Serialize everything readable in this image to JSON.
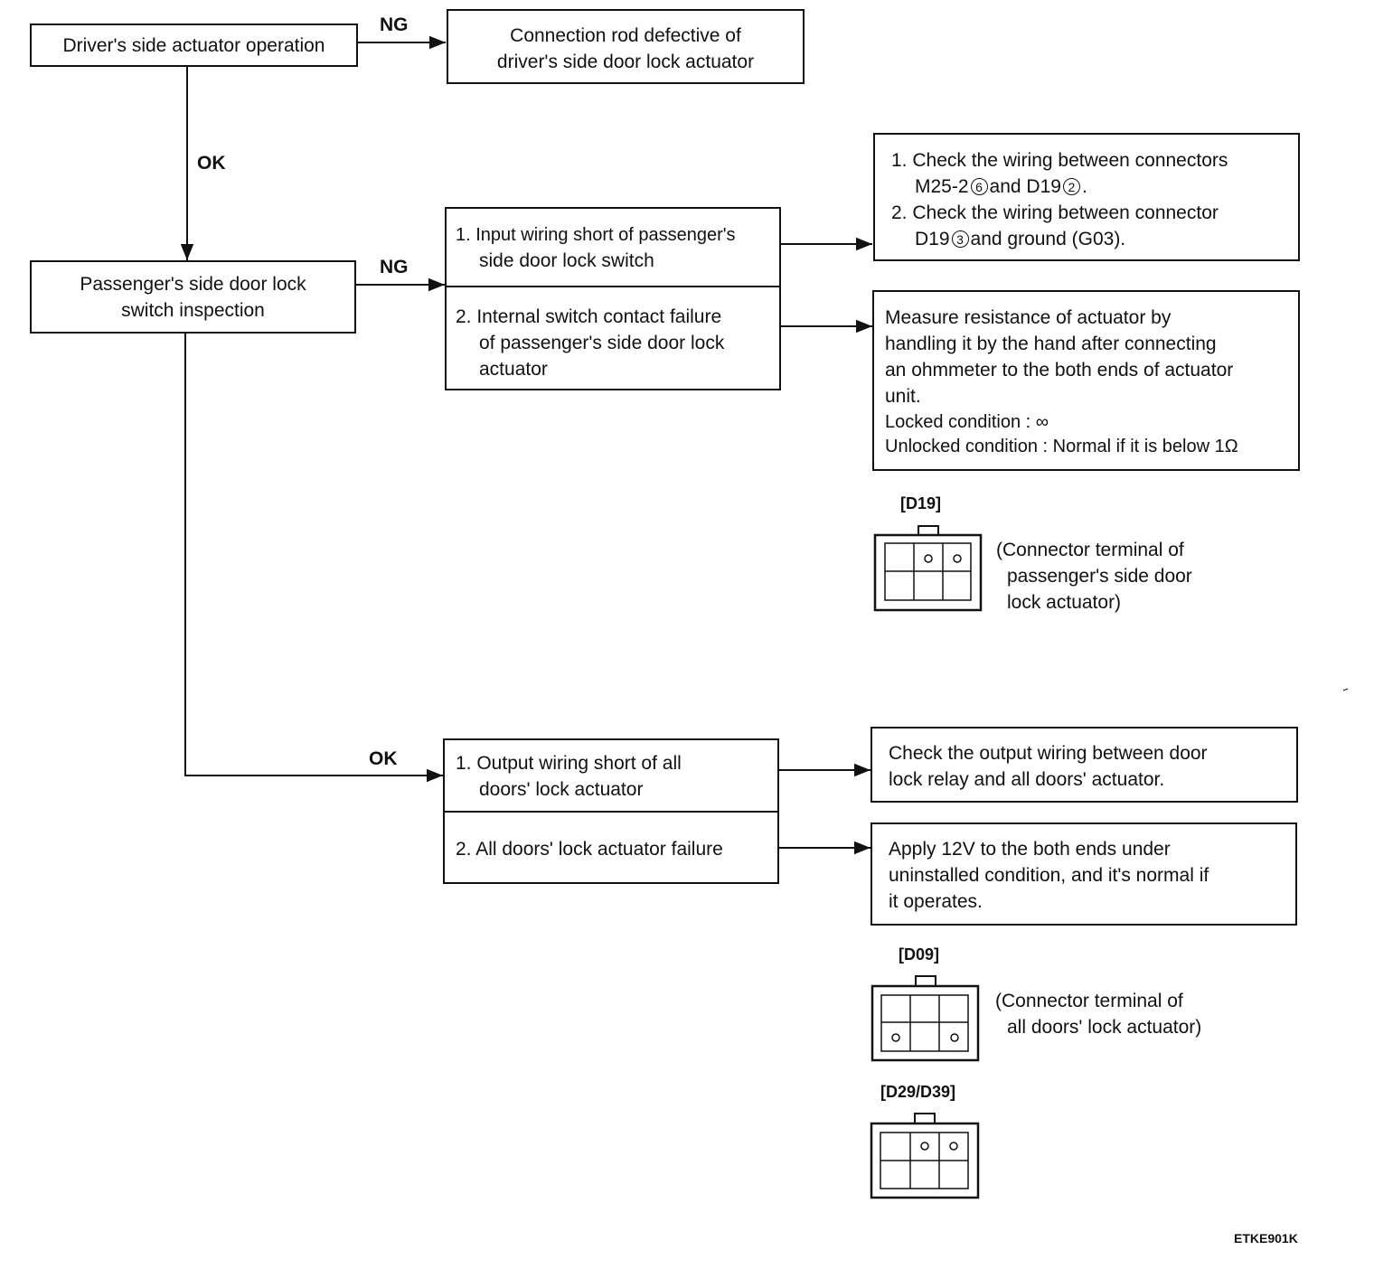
{
  "nodes": {
    "drivers_actuator": "Driver's side actuator operation",
    "connection_rod": [
      "Connection rod defective of",
      "driver's side door lock actuator"
    ],
    "passenger_switch": [
      "Passenger's side door lock",
      "switch inspection"
    ],
    "input_wiring": [
      "1. Input wiring short of passenger's",
      "side door lock switch"
    ],
    "internal_switch": [
      "2. Internal switch contact failure",
      "of passenger's side door lock",
      "actuator"
    ],
    "check_wiring": {
      "line1": "1. Check the wiring between connectors",
      "line2_a": "M25-2",
      "line2_c1": "6",
      "line2_b": "and D19",
      "line2_c2": "2",
      "line2_end": ".",
      "line3": "2. Check the wiring between connector",
      "line4_a": "D19",
      "line4_c": "3",
      "line4_b": "and ground (G03)."
    },
    "measure_resistance": [
      "Measure resistance of actuator by",
      "handling it by the hand after connecting",
      "an ohmmeter to the both ends of actuator",
      "unit.",
      "Locked condition : ∞",
      "Unlocked condition : Normal if it is below 1Ω"
    ],
    "output_wiring": [
      "1. Output wiring short of all",
      "doors' lock actuator"
    ],
    "all_doors_failure": "2. All doors' lock actuator failure",
    "check_output": [
      "Check the output wiring between door",
      "lock relay and all doors' actuator."
    ],
    "apply_12v": [
      "Apply 12V to the both ends under",
      "uninstalled condition, and it's normal if",
      "it operates."
    ]
  },
  "edge_labels": {
    "ng_1": "NG",
    "ok_1": "OK",
    "ng_2": "NG",
    "ok_2": "OK"
  },
  "connectors": {
    "d19": {
      "label": "[D19]",
      "caption": [
        "(Connector terminal of",
        "passenger's side door",
        "lock actuator)"
      ]
    },
    "d09": {
      "label": "[D09]",
      "caption": [
        "(Connector terminal of",
        "all doors' lock actuator)"
      ]
    },
    "d29": {
      "label": "[D29/D39]"
    }
  },
  "figure_code": "ETKE901K"
}
